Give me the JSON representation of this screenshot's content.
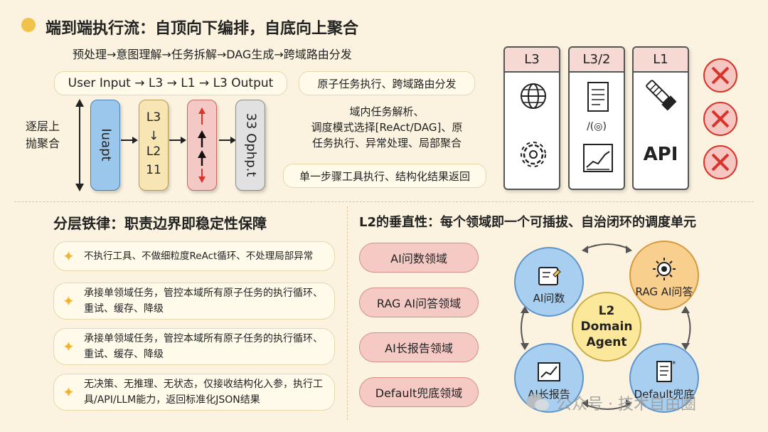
{
  "top": {
    "title": "端到端执行流：自顶向下编排，自底向上聚合",
    "pipeline": "预处理→意图理解→任务拆解→DAG生成→跨域路由分发",
    "flow": "User Input → L3 → L1 → L3 Output",
    "side_label": "逐层上\n抛聚合",
    "box_input": "Iuapt",
    "box_l3_a": "L3",
    "box_arrow": "→",
    "box_l3_b": "L2",
    "box_l3_c": "11",
    "box_output": "33 Ophp.t",
    "note1": "原子任务执行、跨域路由分发",
    "note2": "域内任务解析、\n调度模式选择[ReAct/DAG]、原\n任务执行、异常处理、局部聚合",
    "note3": "单一步骤工具执行、结构化结果返回"
  },
  "layers": {
    "l3": "L3",
    "l32": "L3/2",
    "l1": "L1",
    "api": "API",
    "mid_symbol": "/(◎)"
  },
  "left_section": {
    "title": "分层铁律：职责边界即稳定性保障",
    "items": [
      "不执行工具、不做细粒度ReAct循环、不处理局部异常",
      "承接单领域任务，管控本域所有原子任务的执行循环、重试、缓存、降级",
      "承接单领域任务，管控本域所有原子任务的执行循环、重试、缓存、降级",
      "无决策、无推理、无状态，仅接收结构化入参，执行工具/API/LLM能力，返回标准化JSON结果"
    ]
  },
  "right_section": {
    "title": "L2的垂直性：每个领域即一个可插拔、自治闭环的调度单元",
    "domains": [
      "AI问数领域",
      "RAG AI问答领域",
      "AI长报告领域",
      "Default兜底领域"
    ],
    "center": "L2\nDomain\nAgent",
    "nodes": [
      "AI问数",
      "RAG AI问答",
      "AI长报告",
      "Default兜底"
    ]
  },
  "watermark": "公众号 · 技术自由圈",
  "colors": {
    "background": "#fbf3df",
    "bullet_dot": "#f2c34a",
    "cross": "#d9342b",
    "input_blue": "#9cc7ec",
    "l3_yellow": "#f7e6b3",
    "l1_pink": "#f4c8c4",
    "output_gray": "#e1e1e1",
    "node_blue": "#a9cff0",
    "node_orange": "#f8cf8d",
    "center_yellow": "#fbe89a"
  }
}
